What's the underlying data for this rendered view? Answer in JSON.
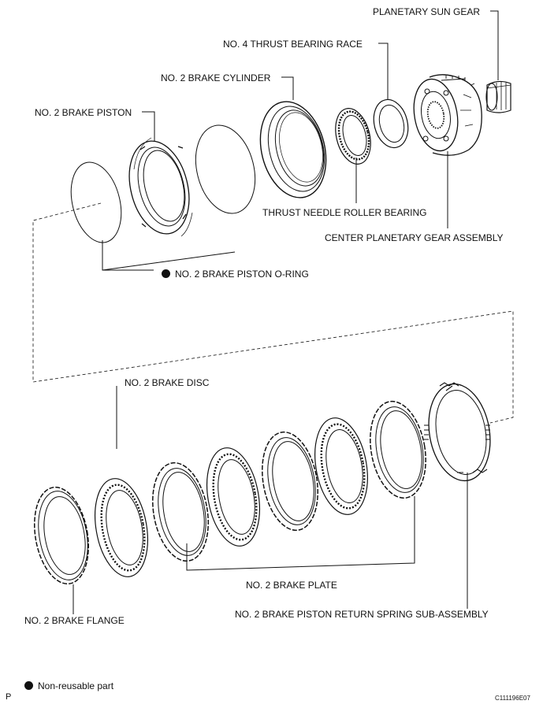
{
  "labels": {
    "planetary_sun_gear": "PLANETARY SUN GEAR",
    "thrust_bearing_race": "NO. 4 THRUST BEARING RACE",
    "brake_cylinder": "NO. 2 BRAKE CYLINDER",
    "brake_piston": "NO. 2 BRAKE PISTON",
    "thrust_needle_roller_bearing": "THRUST NEEDLE ROLLER BEARING",
    "center_planetary_gear_assembly": "CENTER PLANETARY GEAR ASSEMBLY",
    "brake_piston_o_ring": "NO. 2 BRAKE PISTON O-RING",
    "brake_disc": "NO. 2 BRAKE DISC",
    "brake_plate": "NO. 2 BRAKE PLATE",
    "brake_flange": "NO. 2 BRAKE FLANGE",
    "return_spring": "NO. 2 BRAKE PISTON RETURN SPRING SUB-ASSEMBLY"
  },
  "legend": {
    "non_reusable": "Non-reusable part"
  },
  "footer": {
    "corner_mark": "P",
    "figure_code": "C111196E07"
  },
  "style": {
    "ink": "#111111",
    "background": "#ffffff"
  }
}
